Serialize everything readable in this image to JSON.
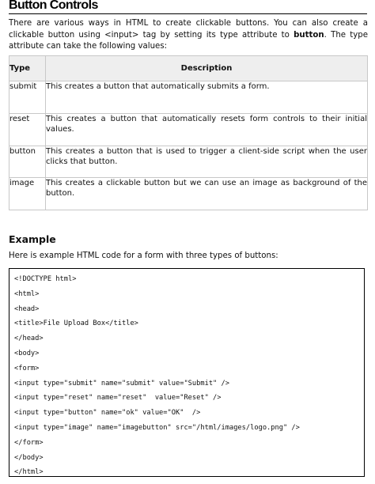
{
  "heading": "Button Controls",
  "intro": {
    "before": "There are various ways in HTML to create clickable buttons. You can also create a clickable button using <input> tag by setting its type attribute to ",
    "bold": "button",
    "after": ". The type attribute can take the following values:"
  },
  "table": {
    "headers": {
      "type": "Type",
      "description": "Description"
    },
    "rows": [
      {
        "type": "submit",
        "description": "This creates a button that automatically submits a form."
      },
      {
        "type": "reset",
        "description": "This creates a button that automatically resets form controls to their initial values."
      },
      {
        "type": "button",
        "description": "This creates a button that is used to trigger a client-side script when the user clicks that button."
      },
      {
        "type": "image",
        "description": "This creates a clickable button but we can use an image as background of the button."
      }
    ]
  },
  "example": {
    "title": "Example",
    "intro": "Here is example HTML code for a form with three types of buttons:",
    "code_lines": [
      "<!DOCTYPE html>",
      "<html>",
      "<head>",
      "<title>File Upload Box</title>",
      "</head>",
      "<body>",
      "<form>",
      "<input type=\"submit\" name=\"submit\" value=\"Submit\" />",
      "<input type=\"reset\" name=\"reset\"  value=\"Reset\" />",
      "<input type=\"button\" name=\"ok\" value=\"OK\"  />",
      "<input type=\"image\" name=\"imagebutton\" src=\"/html/images/logo.png\" />",
      "</form>",
      "</body>",
      "</html>"
    ]
  }
}
